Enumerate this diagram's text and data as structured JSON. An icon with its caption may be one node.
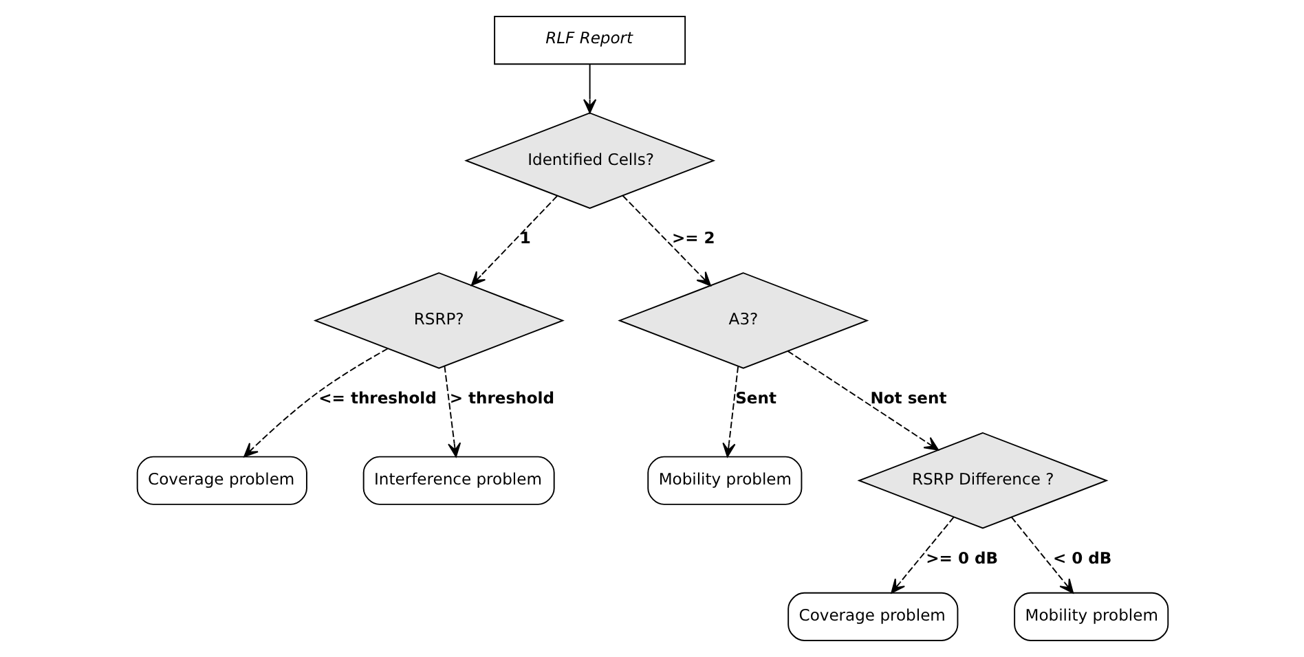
{
  "diagram": {
    "nodes": [
      {
        "text": [
          "RLF Report"
        ]
      },
      {
        "text": [
          "Identified Cells?"
        ]
      },
      {
        "text": [
          "RSRP?"
        ]
      },
      {
        "text": [
          "A3?"
        ]
      },
      {
        "text": [
          "Coverage problem"
        ]
      },
      {
        "text": [
          "Interference problem"
        ]
      },
      {
        "text": [
          "Mobility problem"
        ]
      },
      {
        "text": [
          "RSRP Difference ?"
        ]
      },
      {
        "text": [
          "Coverage problem"
        ]
      },
      {
        "text": [
          "Mobility problem"
        ]
      }
    ],
    "edges": [
      {
        "from": 0,
        "to": 1,
        "arrow": "to"
      },
      {
        "from": 1,
        "to": 2,
        "arrow": "to",
        "style": "dashed",
        "label": "1"
      },
      {
        "from": 1,
        "to": 3,
        "arrow": "to",
        "style": "dashed",
        "label": ">= 2"
      },
      {
        "from": 2,
        "to": 4,
        "arrow": "to",
        "style": "dashed",
        "label": "<= threshold"
      },
      {
        "from": 2,
        "to": 5,
        "arrow": "to",
        "style": "dashed",
        "label": "> threshold"
      },
      {
        "from": 3,
        "to": 6,
        "arrow": "to",
        "style": "dashed",
        "label": "Sent"
      },
      {
        "from": 3,
        "to": 7,
        "arrow": "to",
        "style": "dashed",
        "label": "Not sent"
      },
      {
        "from": 7,
        "to": 8,
        "arrow": "to",
        "style": "dashed",
        "label": ">= 0 dB"
      },
      {
        "from": 7,
        "to": 9,
        "arrow": "to",
        "style": "dashed",
        "label": "< 0 dB"
      }
    ]
  }
}
